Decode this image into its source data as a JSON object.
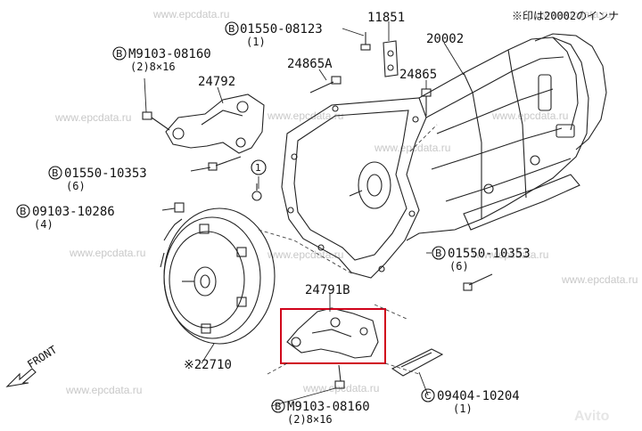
{
  "note": "※印は20002のインナ",
  "watermark": "www.epcdata.ru",
  "front_label": "FRONT",
  "avito_mark": "Avito",
  "highlight_color": "#d0021b",
  "parts": {
    "p1": {
      "ref": "B",
      "code": "01550-08123",
      "qty": "(1)"
    },
    "p2": {
      "code": "11851"
    },
    "p3": {
      "code": "20002"
    },
    "p4": {
      "ref": "B",
      "code": "M9103-08160",
      "qty": "(2)8×16"
    },
    "p5": {
      "code": "24865A"
    },
    "p6": {
      "code": "24865"
    },
    "p7": {
      "code": "24792"
    },
    "p8": {
      "ref": "B",
      "code": "01550-10353",
      "qty": "(6)"
    },
    "p9": {
      "ref": "B",
      "code": "09103-10286",
      "qty": "(4)"
    },
    "p10": {
      "ref": "B",
      "code": "01550-10353",
      "qty": "(6)"
    },
    "p11": {
      "code": "24791B"
    },
    "p12": {
      "code": "※22710"
    },
    "p13": {
      "ref": "C",
      "code": "09404-10204",
      "qty": "(1)"
    },
    "p14": {
      "ref": "B",
      "code": "M9103-08160",
      "qty": "(2)8×16"
    },
    "p15": {
      "ref": "1"
    }
  }
}
